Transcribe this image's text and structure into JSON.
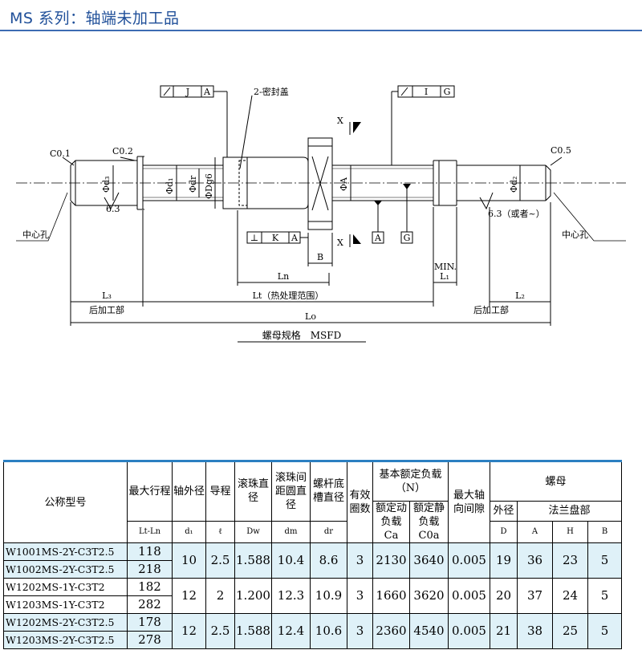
{
  "page": {
    "title": "MS 系列：轴端未加工品"
  },
  "drawing": {
    "tol_j": [
      "J",
      "A"
    ],
    "tol_i": [
      "I",
      "G"
    ],
    "tol_k": [
      "⊥",
      "K",
      "A"
    ],
    "seal_label": "2-密封盖",
    "chamfer_left": "C0.1",
    "chamfer_mid": "C0.2",
    "chamfer_right": "C0.5",
    "rough_left": "6.3",
    "rough_right": "6.3（或者~）",
    "center_hole_left": "中心孔",
    "center_hole_right": "中心孔",
    "section_x": "X",
    "d3": "Φd₃",
    "d1": "Φd₁",
    "dr": "Φdr",
    "dg6": "ΦDg6",
    "phiA": "ΦA",
    "d2": "Φd₂",
    "datum_a": "A",
    "datum_g": "G",
    "dim_b": "B",
    "dim_ln": "Ln",
    "dim_min": "MIN.",
    "dim_l1": "L₁",
    "dim_l3": "L₃",
    "dim_lt": "Lt（热处理范围）",
    "dim_l2": "L₂",
    "post_left": "后加工部",
    "post_right": "后加工部",
    "dim_lo": "Lo",
    "nut_spec": "螺母规格　MSFD"
  },
  "table": {
    "headers": {
      "model": "公称型号",
      "max_stroke": "最大行程",
      "max_stroke_sym": "Lt-Ln",
      "shaft_od": "轴外径",
      "shaft_od_sym": "d₁",
      "lead": "导程",
      "lead_sym": "ℓ",
      "ball_dia": "滚珠直径",
      "ball_dia_sym": "Dw",
      "ball_pcd": "滚珠间距圆直径",
      "ball_pcd_sym": "dm",
      "root_dia": "螺杆底槽直径",
      "root_dia_sym": "dr",
      "turns": "有效圈数",
      "load": "基本额定负载",
      "load_unit": "（N）",
      "dyn_load": "额定动负载 Ca",
      "sta_load": "额定静负载 C0a",
      "clearance": "最大轴向间隙",
      "nut": "螺母",
      "nut_od": "外径",
      "nut_od_sym": "D",
      "flange": "法兰盘部",
      "flange_a": "A",
      "flange_h": "H",
      "flange_b": "B"
    },
    "groups": [
      {
        "models": [
          "W1001MS-2Y-C3T2.5",
          "W1002MS-2Y-C3T2.5"
        ],
        "strokes": [
          "118",
          "218"
        ],
        "d1": "10",
        "lead": "2.5",
        "dw": "1.588",
        "dm": "10.4",
        "dr": "8.6",
        "turns": "3",
        "ca": "2130",
        "c0a": "3640",
        "clr": "0.005",
        "D": "19",
        "A": "36",
        "H": "23",
        "B": "5"
      },
      {
        "models": [
          "W1202MS-1Y-C3T2",
          "W1203MS-1Y-C3T2"
        ],
        "strokes": [
          "182",
          "282"
        ],
        "d1": "12",
        "lead": "2",
        "dw": "1.200",
        "dm": "12.3",
        "dr": "10.9",
        "turns": "3",
        "ca": "1660",
        "c0a": "3620",
        "clr": "0.005",
        "D": "20",
        "A": "37",
        "H": "24",
        "B": "5"
      },
      {
        "models": [
          "W1202MS-2Y-C3T2.5",
          "W1203MS-2Y-C3T2.5"
        ],
        "strokes": [
          "178",
          "278"
        ],
        "d1": "12",
        "lead": "2.5",
        "dw": "1.588",
        "dm": "12.4",
        "dr": "10.6",
        "turns": "3",
        "ca": "2360",
        "c0a": "4540",
        "clr": "0.005",
        "D": "21",
        "A": "38",
        "H": "25",
        "B": "5"
      }
    ]
  }
}
